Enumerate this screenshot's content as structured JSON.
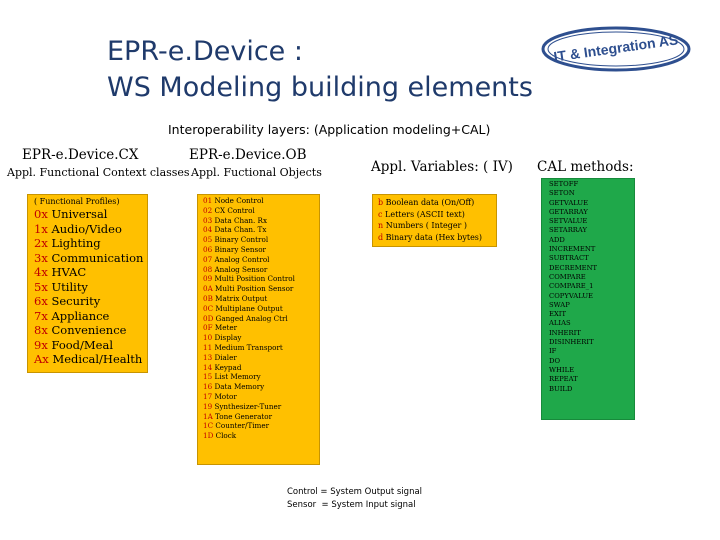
{
  "title": {
    "line1": "EPR-e.Device :",
    "line2": "WS Modeling building elements"
  },
  "logo": {
    "text": "IT & Integration AS"
  },
  "subtitle": "Interoperability layers:   (Application modeling+CAL)",
  "columns": {
    "cx": {
      "title": "EPR-e.Device.CX",
      "subtitle": "Appl. Functional Context classes",
      "box_header": "( Functional Profiles)",
      "items": [
        {
          "code": "0x",
          "label": " Universal"
        },
        {
          "code": "1x",
          "label": " Audio/Video"
        },
        {
          "code": "2x",
          "label": " Lighting"
        },
        {
          "code": "3x",
          "label": " Communication"
        },
        {
          "code": "4x",
          "label": " HVAC"
        },
        {
          "code": "5x",
          "label": " Utility"
        },
        {
          "code": "6x",
          "label": " Security"
        },
        {
          "code": "7x",
          "label": " Appliance"
        },
        {
          "code": "8x",
          "label": " Convenience"
        },
        {
          "code": "9x",
          "label": "  Food/Meal"
        },
        {
          "code": "Ax",
          "label": " Medical/Health"
        }
      ]
    },
    "ob": {
      "title": "EPR-e.Device.OB",
      "subtitle": "Appl. Fuctional Objects",
      "items": [
        {
          "code": "01",
          "label": " Node Control"
        },
        {
          "code": "02",
          "label": " CX Control"
        },
        {
          "code": "03",
          "label": " Data Chan. Rx"
        },
        {
          "code": "04",
          "label": " Data Chan. Tx"
        },
        {
          "code": "05",
          "label": " Binary Control"
        },
        {
          "code": "06",
          "label": " Binary Sensor"
        },
        {
          "code": "07",
          "label": " Analog Control"
        },
        {
          "code": "08",
          "label": " Analog Sensor"
        },
        {
          "code": "09",
          "label": " Multi Position Control"
        },
        {
          "code": "0A",
          "label": " Multi Position Sensor"
        },
        {
          "code": "0B",
          "label": " Matrix Output"
        },
        {
          "code": "0C",
          "label": " Multiplane Output"
        },
        {
          "code": "0D",
          "label": " Ganged Analog Ctrl"
        },
        {
          "code": "0F",
          "label": " Meter"
        },
        {
          "code": "10",
          "label": " Display"
        },
        {
          "code": "11",
          "label": " Medium Transport"
        },
        {
          "code": "13",
          "label": " Dialer"
        },
        {
          "code": "14",
          "label": " Keypad"
        },
        {
          "code": "15",
          "label": " List Memory"
        },
        {
          "code": "16",
          "label": " Data Memory"
        },
        {
          "code": "17",
          "label": " Motor"
        },
        {
          "code": "19",
          "label": " Synthesizer-Tuner"
        },
        {
          "code": "1A",
          "label": " Tone Generator"
        },
        {
          "code": "1C",
          "label": " Counter/Timer"
        },
        {
          "code": "1D",
          "label": " Clock"
        }
      ]
    },
    "iv": {
      "title": "Appl. Variables: ( IV)",
      "items": [
        {
          "code": "b",
          "label": " Boolean data (On/Off)"
        },
        {
          "code": "c",
          "label": " Letters (ASCII text)"
        },
        {
          "code": "n",
          "label": " Numbers ( Integer )"
        },
        {
          "code": "d",
          "label": " Binary data (Hex bytes)"
        }
      ]
    },
    "cal": {
      "title": "CAL methods:",
      "items": [
        "SETOFF",
        "SETON",
        "GETVALUE",
        "GETARRAY",
        "SETVALUE",
        "SETARRAY",
        "ADD",
        "INCREMENT",
        "SUBTRACT",
        "DECREMENT",
        "COMPARE",
        "COMPARE_1",
        "COPYVALUE",
        "SWAP",
        "EXIT",
        "ALIAS",
        "INHERIT",
        "DISINHERIT",
        "IF",
        "DO",
        "WHILE",
        "REPEAT",
        "BUILD"
      ]
    }
  },
  "notes": {
    "line1": "Control = System Output signal",
    "line2": "Sensor  = System Input signal"
  },
  "colors": {
    "title": "#1f3a6b",
    "box_orange": "#ffc000",
    "box_green": "#1fa84a",
    "code_red": "#c00000",
    "logo_blue": "#2e4f8f"
  }
}
